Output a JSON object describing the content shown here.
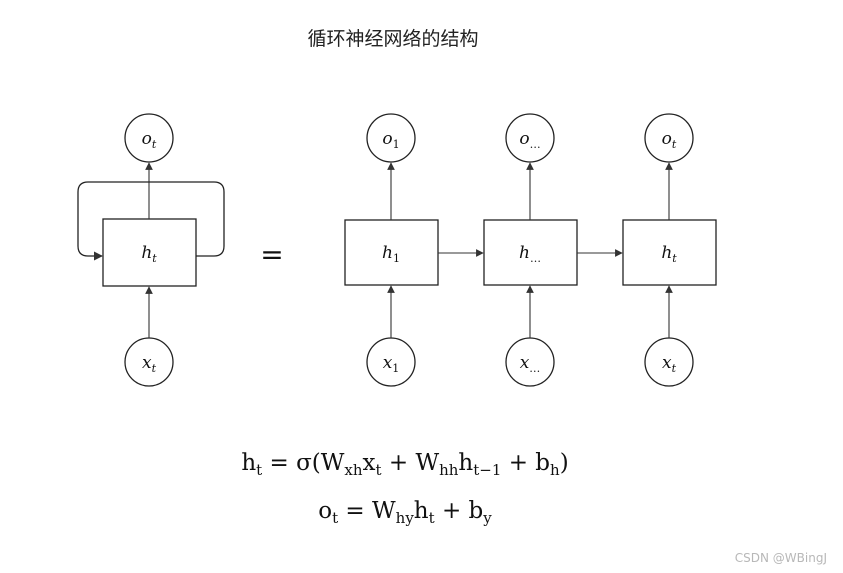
{
  "title": "循环神经网络的结构",
  "equals_sign": "=",
  "folded": {
    "output": {
      "base": "o",
      "sub": "t"
    },
    "hidden": {
      "base": "h",
      "sub": "t"
    },
    "input": {
      "base": "x",
      "sub": "t"
    }
  },
  "unrolled": [
    {
      "output": {
        "base": "o",
        "sub": "1"
      },
      "hidden": {
        "base": "h",
        "sub": "1"
      },
      "input": {
        "base": "x",
        "sub": "1"
      }
    },
    {
      "output": {
        "base": "o",
        "sub": "…"
      },
      "hidden": {
        "base": "h",
        "sub": "…"
      },
      "input": {
        "base": "x",
        "sub": "…"
      }
    },
    {
      "output": {
        "base": "o",
        "sub": "t"
      },
      "hidden": {
        "base": "h",
        "sub": "t"
      },
      "input": {
        "base": "x",
        "sub": "t"
      }
    }
  ],
  "equations": {
    "line1": [
      {
        "t": "h"
      },
      {
        "s": "t"
      },
      {
        "t": " = σ(W"
      },
      {
        "s": "xh"
      },
      {
        "t": "x"
      },
      {
        "s": "t"
      },
      {
        "t": " + W"
      },
      {
        "s": "hh"
      },
      {
        "t": "h"
      },
      {
        "s": "t−1"
      },
      {
        "t": " + b"
      },
      {
        "s": "h"
      },
      {
        "t": ")"
      }
    ],
    "line2": [
      {
        "t": "o"
      },
      {
        "s": "t"
      },
      {
        "t": " = W"
      },
      {
        "s": "hy"
      },
      {
        "t": "h"
      },
      {
        "s": "t"
      },
      {
        "t": " + b"
      },
      {
        "s": "y"
      }
    ]
  },
  "watermark": "CSDN @WBingJ"
}
